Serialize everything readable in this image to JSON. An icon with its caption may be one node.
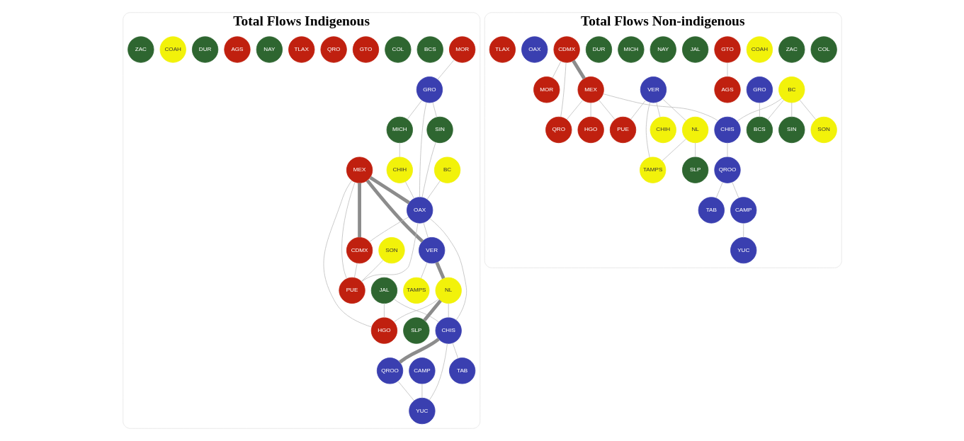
{
  "diagram": {
    "nodes": [
      {
        "text": [
          "Total Flows Indigenous"
        ]
      },
      {
        "text": [
          "MOR"
        ],
        "in": 0
      },
      {
        "text": [
          "GRO"
        ],
        "in": 0
      },
      {
        "text": [
          "BC"
        ],
        "in": 0
      },
      {
        "text": [
          "BCS"
        ],
        "in": 0
      },
      {
        "text": [
          "COL"
        ],
        "in": 0
      },
      {
        "text": [
          "MEX"
        ],
        "in": 0
      },
      {
        "text": [
          "SIN"
        ],
        "in": 0
      },
      {
        "text": [
          "CHIH"
        ],
        "in": 0
      },
      {
        "text": [
          "MICH"
        ],
        "in": 0
      },
      {
        "text": [
          "GTO"
        ],
        "in": 0
      },
      {
        "text": [
          "CDMX"
        ],
        "in": 0
      },
      {
        "text": [
          "QRO"
        ],
        "in": 0
      },
      {
        "text": [
          "OAX"
        ],
        "in": 0
      },
      {
        "text": [
          "TLAX"
        ],
        "in": 0
      },
      {
        "text": [
          "SON"
        ],
        "in": 0
      },
      {
        "text": [
          "PUE"
        ],
        "in": 0
      },
      {
        "text": [
          "JAL"
        ],
        "in": 0
      },
      {
        "text": [
          "VER"
        ],
        "in": 0
      },
      {
        "text": [
          "CAMP"
        ],
        "in": 0
      },
      {
        "text": [
          "NAY"
        ],
        "in": 0
      },
      {
        "text": [
          "AGS"
        ],
        "in": 0
      },
      {
        "text": [
          "TAB"
        ],
        "in": 0
      },
      {
        "text": [
          "HGO"
        ],
        "in": 0
      },
      {
        "text": [
          "TAMPS"
        ],
        "in": 0
      },
      {
        "text": [
          "YUC"
        ],
        "in": 0
      },
      {
        "text": [
          "CHIS"
        ],
        "in": 0
      },
      {
        "text": [
          "NL"
        ],
        "in": 0
      },
      {
        "text": [
          "DUR"
        ],
        "in": 0
      },
      {
        "text": [
          "QROO"
        ],
        "in": 0
      },
      {
        "text": [
          "COAH"
        ],
        "in": 0
      },
      {
        "text": [
          "ZAC"
        ],
        "in": 0
      },
      {
        "text": [
          "SLP"
        ],
        "in": 0
      },
      {
        "text": [
          "Total Flows Non-indigenous"
        ]
      },
      {
        "text": [
          "BCS"
        ],
        "in": 33
      },
      {
        "text": [
          "BC"
        ],
        "in": 33
      },
      {
        "text": [
          "SON"
        ],
        "in": 33
      },
      {
        "text": [
          "SIN"
        ],
        "in": 33
      },
      {
        "text": [
          "GRO"
        ],
        "in": 33
      },
      {
        "text": [
          "SLP"
        ],
        "in": 33
      },
      {
        "text": [
          "COL"
        ],
        "in": 33
      },
      {
        "text": [
          "CHIH"
        ],
        "in": 33
      },
      {
        "text": [
          "ZAC"
        ],
        "in": 33
      },
      {
        "text": [
          "COAH"
        ],
        "in": 33
      },
      {
        "text": [
          "GTO"
        ],
        "in": 33
      },
      {
        "text": [
          "NL"
        ],
        "in": 33
      },
      {
        "text": [
          "JAL"
        ],
        "in": 33
      },
      {
        "text": [
          "NAY"
        ],
        "in": 33
      },
      {
        "text": [
          "AGS"
        ],
        "in": 33
      },
      {
        "text": [
          "TAMPS"
        ],
        "in": 33
      },
      {
        "text": [
          "VER"
        ],
        "in": 33
      },
      {
        "text": [
          "MICH"
        ],
        "in": 33
      },
      {
        "text": [
          "DUR"
        ],
        "in": 33
      },
      {
        "text": [
          "CDMX"
        ],
        "in": 33
      },
      {
        "text": [
          "MEX"
        ],
        "in": 33
      },
      {
        "text": [
          "HGO"
        ],
        "in": 33
      },
      {
        "text": [
          "CHIS"
        ],
        "in": 33
      },
      {
        "text": [
          "MOR"
        ],
        "in": 33
      },
      {
        "text": [
          "OAX"
        ],
        "in": 33
      },
      {
        "text": [
          "CAMP"
        ],
        "in": 33
      },
      {
        "text": [
          "QROO"
        ],
        "in": 33
      },
      {
        "text": [
          "YUC"
        ],
        "in": 33
      },
      {
        "text": [
          "TLAX"
        ],
        "in": 33
      },
      {
        "text": [
          "QRO"
        ],
        "in": 33
      },
      {
        "text": [
          "TAB"
        ],
        "in": 33
      },
      {
        "text": [
          "PUE"
        ],
        "in": 33
      }
    ],
    "edges": [
      {
        "from": 1,
        "to": 2,
        "arrow": "none"
      },
      {
        "from": 2,
        "to": 7,
        "arrow": "none"
      },
      {
        "from": 2,
        "to": 9,
        "arrow": "none"
      },
      {
        "from": 2,
        "to": 13,
        "arrow": "none"
      },
      {
        "from": 6,
        "to": 13,
        "arrow": "none",
        "style": "thick"
      },
      {
        "from": 6,
        "to": 11,
        "arrow": "none",
        "style": "thick"
      },
      {
        "from": 6,
        "to": 18,
        "arrow": "none",
        "style": "thick"
      },
      {
        "from": 6,
        "to": 16,
        "arrow": "none"
      },
      {
        "from": 6,
        "to": 23,
        "arrow": "none"
      },
      {
        "from": 13,
        "to": 11,
        "arrow": "none"
      },
      {
        "from": 13,
        "to": 16,
        "arrow": "none"
      },
      {
        "from": 11,
        "to": 16,
        "arrow": "none"
      },
      {
        "from": 3,
        "to": 13,
        "arrow": "none"
      },
      {
        "from": 7,
        "to": 13,
        "arrow": "none"
      },
      {
        "from": 8,
        "to": 13,
        "arrow": "none"
      },
      {
        "from": 9,
        "to": 8,
        "arrow": "none"
      },
      {
        "from": 15,
        "to": 16,
        "arrow": "none"
      },
      {
        "from": 13,
        "to": 18,
        "arrow": "none"
      },
      {
        "from": 13,
        "to": 26,
        "arrow": "none"
      },
      {
        "from": 18,
        "to": 27,
        "arrow": "none",
        "style": "thick"
      },
      {
        "from": 18,
        "to": 24,
        "arrow": "none"
      },
      {
        "from": 27,
        "to": 32,
        "arrow": "none",
        "style": "thick"
      },
      {
        "from": 27,
        "to": 23,
        "arrow": "none"
      },
      {
        "from": 27,
        "to": 26,
        "arrow": "none"
      },
      {
        "from": 17,
        "to": 23,
        "arrow": "none"
      },
      {
        "from": 17,
        "to": 26,
        "arrow": "none"
      },
      {
        "from": 26,
        "to": 29,
        "arrow": "none",
        "style": "thick"
      },
      {
        "from": 26,
        "to": 22,
        "arrow": "none"
      },
      {
        "from": 26,
        "to": 25,
        "arrow": "none"
      },
      {
        "from": 29,
        "to": 25,
        "arrow": "none"
      },
      {
        "from": 19,
        "to": 25,
        "arrow": "none"
      },
      {
        "from": 53,
        "to": 54,
        "arrow": "none",
        "style": "thick"
      },
      {
        "from": 54,
        "to": 55,
        "arrow": "none"
      },
      {
        "from": 54,
        "to": 65,
        "arrow": "none"
      },
      {
        "from": 54,
        "to": 63,
        "arrow": "none"
      },
      {
        "from": 54,
        "to": 56,
        "arrow": "none"
      },
      {
        "from": 53,
        "to": 63,
        "arrow": "none"
      },
      {
        "from": 53,
        "to": 57,
        "arrow": "none"
      },
      {
        "from": 50,
        "to": 45,
        "arrow": "none"
      },
      {
        "from": 50,
        "to": 49,
        "arrow": "none"
      },
      {
        "from": 50,
        "to": 41,
        "arrow": "none"
      },
      {
        "from": 50,
        "to": 65,
        "arrow": "none"
      },
      {
        "from": 45,
        "to": 39,
        "arrow": "none"
      },
      {
        "from": 45,
        "to": 49,
        "arrow": "none"
      },
      {
        "from": 35,
        "to": 34,
        "arrow": "none"
      },
      {
        "from": 35,
        "to": 36,
        "arrow": "none"
      },
      {
        "from": 35,
        "to": 37,
        "arrow": "none"
      },
      {
        "from": 35,
        "to": 56,
        "arrow": "none"
      },
      {
        "from": 38,
        "to": 34,
        "arrow": "none"
      },
      {
        "from": 44,
        "to": 48,
        "arrow": "none"
      },
      {
        "from": 56,
        "to": 60,
        "arrow": "none"
      },
      {
        "from": 60,
        "to": 64,
        "arrow": "none"
      },
      {
        "from": 60,
        "to": 59,
        "arrow": "none"
      },
      {
        "from": 59,
        "to": 61,
        "arrow": "none"
      }
    ]
  }
}
